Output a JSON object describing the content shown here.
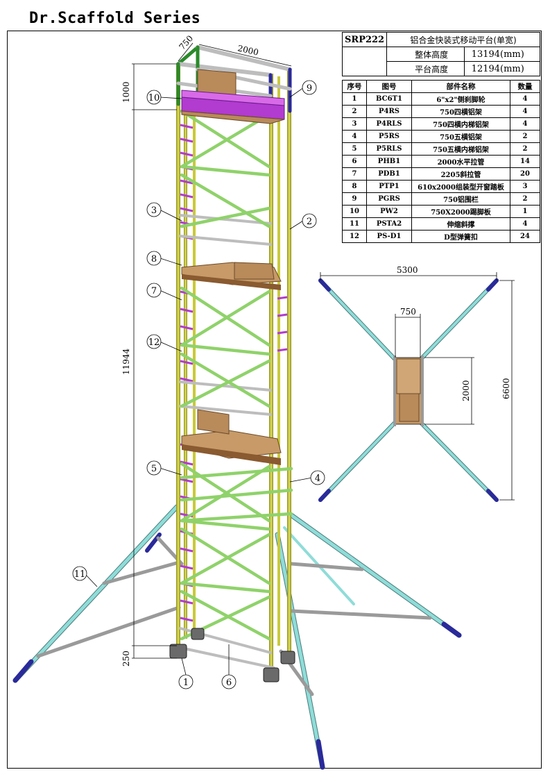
{
  "header": {
    "title": "Dr.Scaffold Series"
  },
  "spec": {
    "model": "SRP222",
    "title": "铝合金快装式移动平台(单宽)",
    "overall_height_label": "整体高度",
    "overall_height_value": "13194(mm)",
    "platform_height_label": "平台高度",
    "platform_height_value": "12194(mm)"
  },
  "parts_table": {
    "headers": [
      "序号",
      "图号",
      "部件名称",
      "数量"
    ],
    "rows": [
      [
        "1",
        "BC6T1",
        "6\"x2\"侧刹脚轮",
        "4"
      ],
      [
        "2",
        "P4RS",
        "750四横铝架",
        "4"
      ],
      [
        "3",
        "P4RLS",
        "750四横内梯铝架",
        "4"
      ],
      [
        "4",
        "P5RS",
        "750五横铝架",
        "2"
      ],
      [
        "5",
        "P5RLS",
        "750五横内梯铝架",
        "2"
      ],
      [
        "6",
        "PHB1",
        "2000水平拉管",
        "14"
      ],
      [
        "7",
        "PDB1",
        "2205斜拉管",
        "20"
      ],
      [
        "8",
        "PTP1",
        "610x2000组装型开窗踏板",
        "3"
      ],
      [
        "9",
        "PGRS",
        "750铝围栏",
        "2"
      ],
      [
        "10",
        "PW2",
        "750X2000踢脚板",
        "1"
      ],
      [
        "11",
        "PSTA2",
        "伸缩斜撑",
        "4"
      ],
      [
        "12",
        "PS-D1",
        "D型弹簧扣",
        "24"
      ]
    ]
  },
  "dimensions": {
    "width": "750",
    "length": "2000",
    "guardrail_height": "1000",
    "tower_height": "11944",
    "base_height": "250",
    "outrigger_span": "5300",
    "plan_width": "750",
    "plan_length": "2000",
    "outrigger_depth": "6600"
  },
  "callouts": [
    "1",
    "2",
    "3",
    "4",
    "5",
    "6",
    "7",
    "8",
    "9",
    "10",
    "11",
    "12"
  ],
  "colors": {
    "frame_yellow": "#d6d63a",
    "brace_green": "#8fd26a",
    "guardrail_purple": "#b23bd0",
    "outrigger_cyan": "#8fdcd8",
    "end_cap_blue": "#2a2a9a",
    "board_wood": "#b98a5a",
    "tube_grey": "#bfbfbf"
  }
}
